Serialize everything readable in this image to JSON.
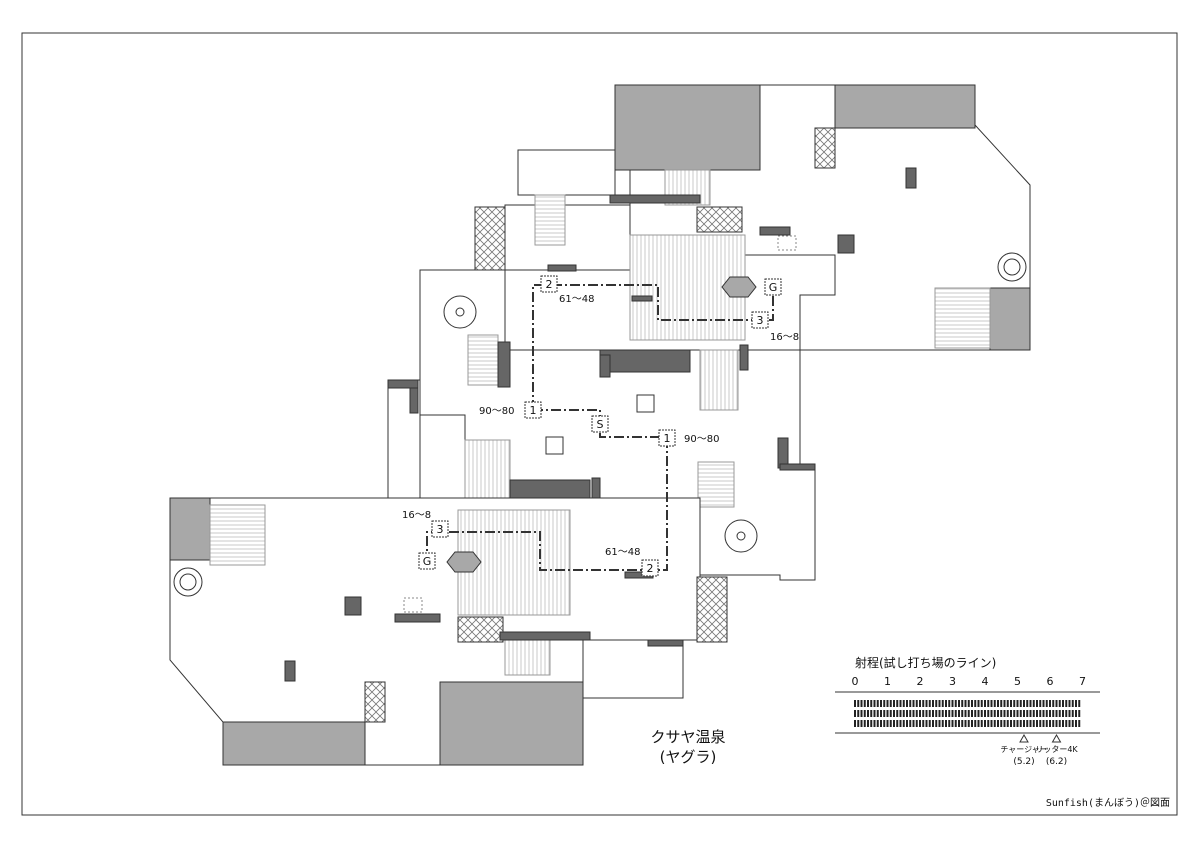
{
  "map": {
    "title_line1": "クサヤ温泉",
    "title_line2": "(ヤグラ)",
    "credit": "Sunfish(まんぼう)＠図面",
    "colors": {
      "wall": "#555555",
      "fill_dark": "#a8a8a8",
      "ink": "#222222",
      "paper": "#ffffff"
    },
    "markers": [
      {
        "id": "m-2-upper",
        "label": "2",
        "note": "61～48"
      },
      {
        "id": "m-g-upper",
        "label": "G",
        "note": ""
      },
      {
        "id": "m-3-upper",
        "label": "3",
        "note": "16～8"
      },
      {
        "id": "m-1-left",
        "label": "1",
        "note": "90～80"
      },
      {
        "id": "m-s-center",
        "label": "S",
        "note": ""
      },
      {
        "id": "m-1-right",
        "label": "1",
        "note": "90～80"
      },
      {
        "id": "m-3-lower",
        "label": "3",
        "note": "16～8"
      },
      {
        "id": "m-g-lower",
        "label": "G",
        "note": ""
      },
      {
        "id": "m-2-lower",
        "label": "2",
        "note": "61～48"
      }
    ],
    "legend": {
      "title": "射程(試し打ち場のライン)",
      "ticks": [
        "0",
        "1",
        "2",
        "3",
        "4",
        "5",
        "6",
        "7"
      ],
      "weapons": [
        {
          "name": "チャージャー",
          "value": "(5.2)",
          "range": 5.2
        },
        {
          "name": "リッター4K",
          "value": "(6.2)",
          "range": 6.2
        }
      ]
    }
  }
}
